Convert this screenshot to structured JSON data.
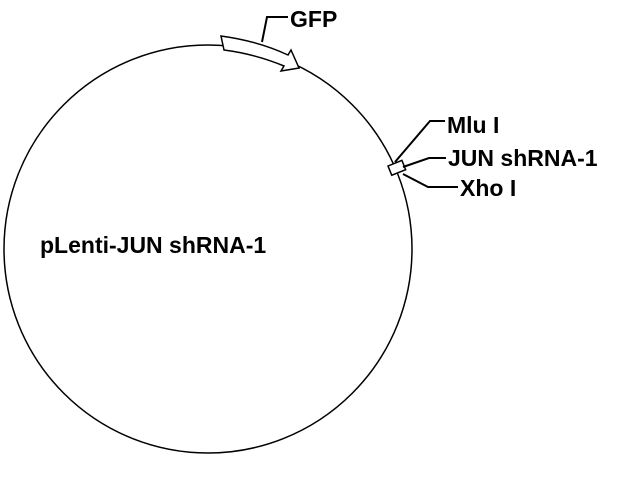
{
  "plasmid": {
    "name": "pLenti-JUN shRNA-1"
  },
  "features": {
    "gfp": {
      "label": "GFP"
    },
    "mlu1": {
      "label": "Mlu I"
    },
    "shrna": {
      "label": "JUN shRNA-1"
    },
    "xho1": {
      "label": "Xho I"
    }
  },
  "colors": {
    "line": "#000000",
    "fill": "#ffffff"
  }
}
